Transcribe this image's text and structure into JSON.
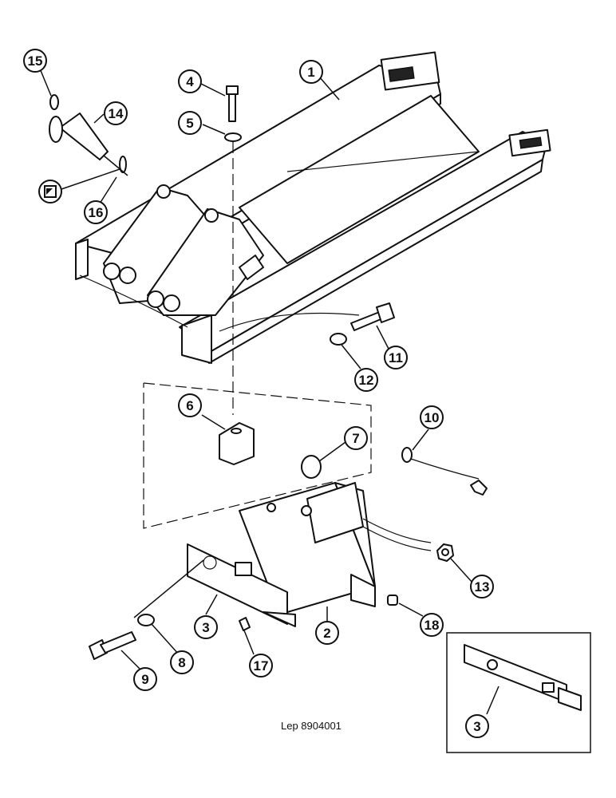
{
  "callouts": [
    {
      "label": "1"
    },
    {
      "label": "2"
    },
    {
      "label": "3"
    },
    {
      "label": "3"
    },
    {
      "label": "4"
    },
    {
      "label": "5"
    },
    {
      "label": "6"
    },
    {
      "label": "7"
    },
    {
      "label": "8"
    },
    {
      "label": "9"
    },
    {
      "label": "10"
    },
    {
      "label": "11"
    },
    {
      "label": "12"
    },
    {
      "label": "13"
    },
    {
      "label": "14"
    },
    {
      "label": "15"
    },
    {
      "label": "16"
    },
    {
      "label": "17"
    },
    {
      "label": "18"
    }
  ],
  "caption": "Lep 8904001"
}
